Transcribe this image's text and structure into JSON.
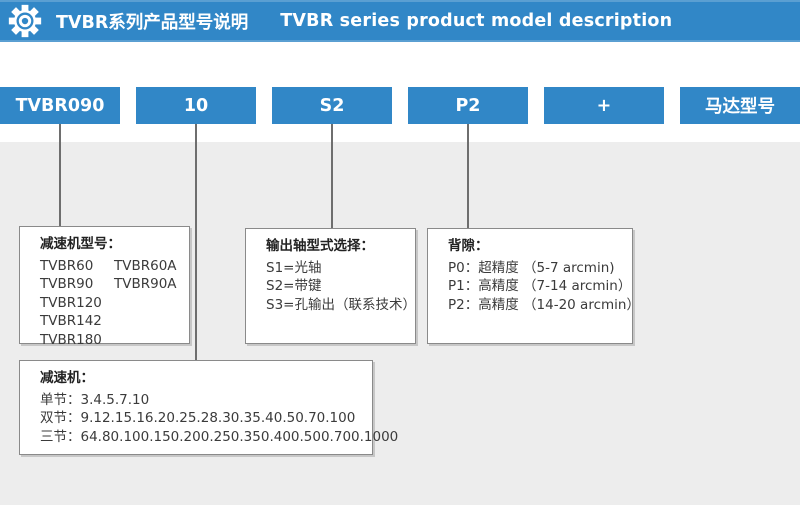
{
  "header": {
    "title_zh": "TVBR系列产品型号说明",
    "title_en": "TVBR series product model description"
  },
  "colors": {
    "accent_blue": "#3187c7",
    "canvas_gray": "#ededed",
    "connector_gray": "#6e6e6e",
    "panel_border_gray": "#8a8a8a"
  },
  "icons": {
    "gear": "gear-icon"
  },
  "model_code": {
    "segments": [
      "TVBR090",
      "10",
      "S2",
      "P2",
      "+",
      "马达型号"
    ]
  },
  "panels": {
    "gearbox_model": {
      "title": "减速机型号：",
      "rows": [
        [
          "TVBR60",
          "TVBR60A"
        ],
        [
          "TVBR90",
          "TVBR90A"
        ],
        [
          "TVBR120",
          ""
        ],
        [
          "TVBR142",
          ""
        ],
        [
          "TVBR180",
          ""
        ]
      ]
    },
    "output_shaft": {
      "title": "输出轴型式选择：",
      "items": [
        "S1=光轴",
        "S2=带键",
        "S3=孔输出（联系技术）"
      ]
    },
    "backlash": {
      "title": "背隙：",
      "items": [
        "P0：超精度 （5-7 arcmin)",
        "P1：高精度 （7-14 arcmin）",
        "P2：高精度 （14-20 arcmin）"
      ]
    },
    "reducer_stages": {
      "title": "减速机：",
      "items": [
        "单节：3.4.5.7.10",
        "双节：9.12.15.16.20.25.28.30.35.40.50.70.100",
        "三节：64.80.100.150.200.250.350.400.500.700.1000"
      ]
    }
  }
}
